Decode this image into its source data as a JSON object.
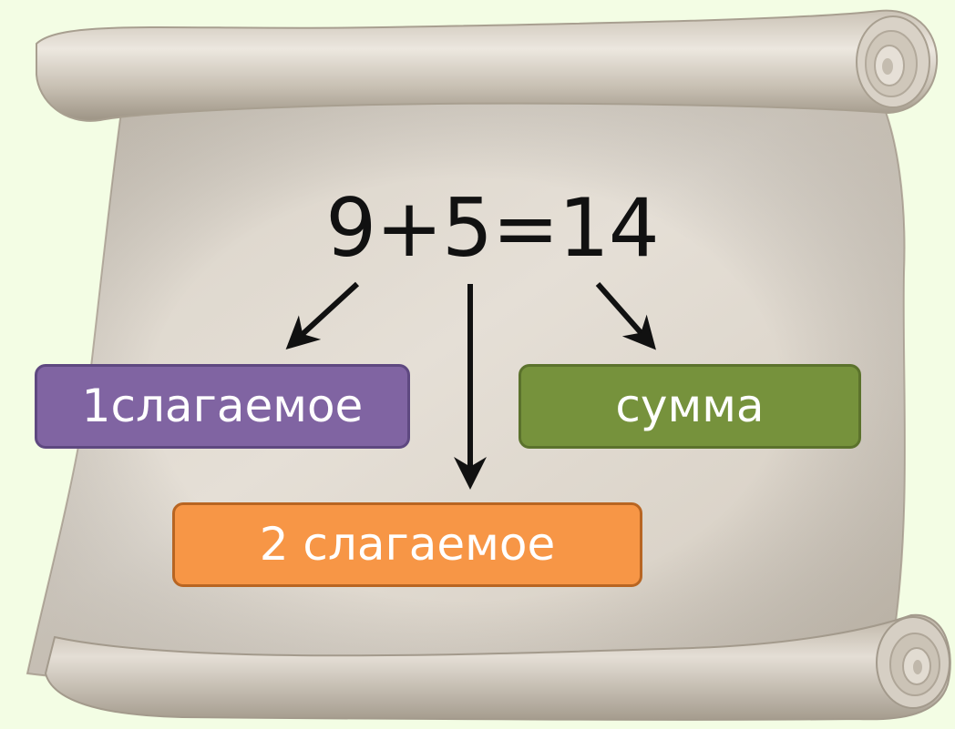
{
  "equation": "9+5=14",
  "terms": {
    "first_addend": "1слагаемое",
    "second_addend": "2 слагаемое",
    "sum": "сумма"
  },
  "colors": {
    "background": "#f3fde4",
    "scroll": "#ddd6cb",
    "first_addend_box": "#8064a2",
    "second_addend_box": "#f79646",
    "sum_box": "#76923c",
    "text_dark": "#111111",
    "text_light": "#ffffff"
  },
  "icons": {
    "background": "parchment-scroll-icon",
    "connectors": "arrow-icon"
  }
}
